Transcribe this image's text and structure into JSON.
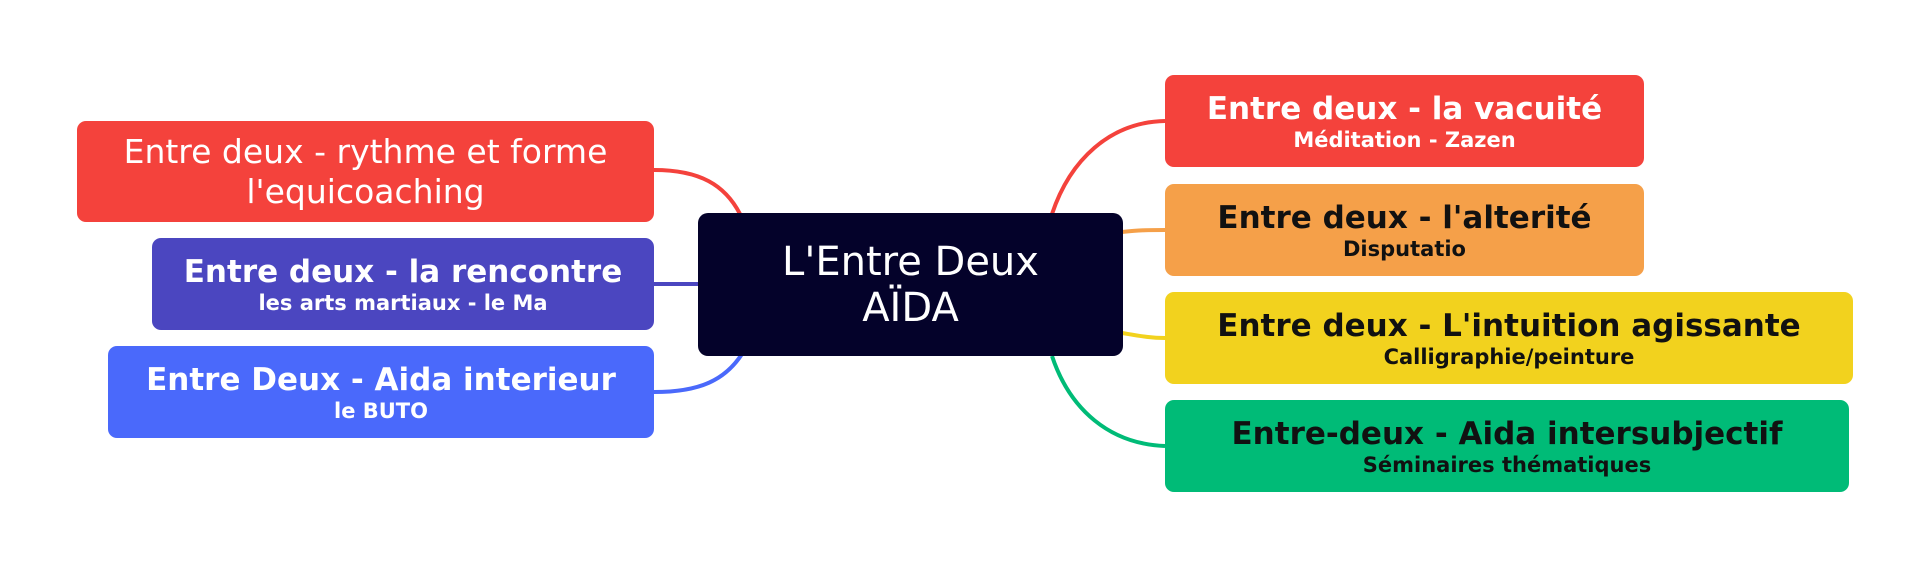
{
  "center": {
    "line1": "L'Entre Deux",
    "line2": "AÏDA",
    "color": "#04022a"
  },
  "branches_left": [
    {
      "title_line1": "Entre deux - rythme et forme",
      "title_line2": "l'equicoaching",
      "color": "#f4423c"
    },
    {
      "title": "Entre deux - la rencontre",
      "subtitle": "les arts martiaux - le Ma",
      "color": "#4b46c0"
    },
    {
      "title": "Entre Deux - Aida  interieur",
      "subtitle": "le BUTO",
      "color": "#4a69fb"
    }
  ],
  "branches_right": [
    {
      "title": "Entre deux - la vacuité",
      "subtitle": "Méditation - Zazen",
      "color": "#f4423c"
    },
    {
      "title": "Entre deux - l'alterité",
      "subtitle": "Disputatio",
      "color": "#f5a049"
    },
    {
      "title": "Entre deux - L'intuition agissante",
      "subtitle": "Calligraphie/peinture",
      "color": "#f2d21e"
    },
    {
      "title": "Entre-deux - Aida intersubjectif",
      "subtitle": "Séminaires thématiques",
      "color": "#00bb77"
    }
  ]
}
